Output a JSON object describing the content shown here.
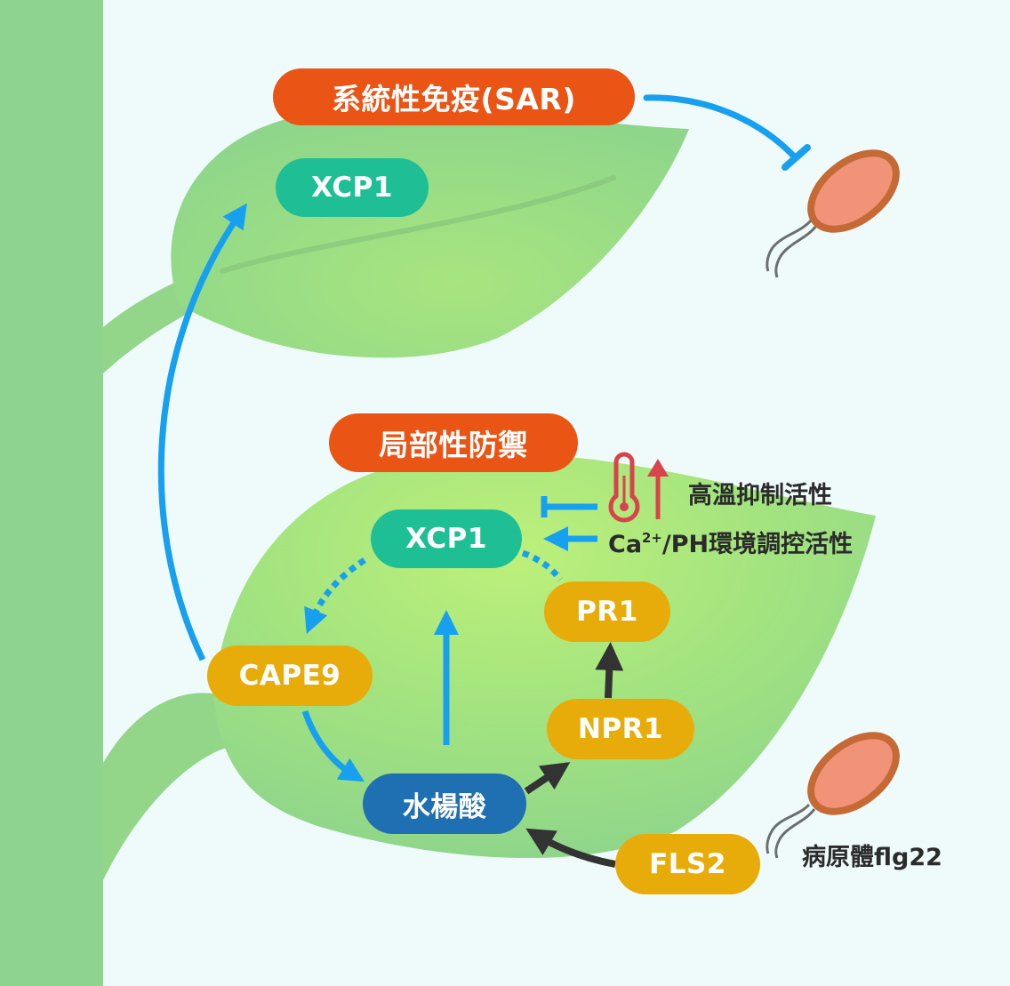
{
  "diagram": {
    "title_systemic": "系統性免疫(SAR)",
    "title_local": "局部性防禦",
    "nodes": {
      "xcp1_systemic": "XCP1",
      "xcp1_local": "XCP1",
      "cape9": "CAPE9",
      "salicylic_acid": "水楊酸",
      "npr1": "NPR1",
      "pr1": "PR1",
      "fls2": "FLS2"
    },
    "annotations": {
      "high_temp": "高溫抑制活性",
      "ca_ph_prefix": "Ca",
      "ca_ph_sup": "2+",
      "ca_ph_suffix": "/PH環境調控活性",
      "pathogen": "病原體flg22"
    },
    "edges": [
      {
        "from": "CAPE9",
        "to": "XCP1 (systemic leaf)",
        "type": "activate"
      },
      {
        "from": "系統性免疫(SAR)",
        "to": "pathogen",
        "type": "inhibit"
      },
      {
        "from": "XCP1",
        "to": "CAPE9",
        "type": "activate-dotted"
      },
      {
        "from": "PR1",
        "to": "XCP1",
        "type": "dotted"
      },
      {
        "from": "CAPE9",
        "to": "水楊酸",
        "type": "activate"
      },
      {
        "from": "水楊酸",
        "to": "XCP1",
        "type": "activate"
      },
      {
        "from": "水楊酸",
        "to": "NPR1",
        "type": "activate"
      },
      {
        "from": "NPR1",
        "to": "PR1",
        "type": "activate"
      },
      {
        "from": "FLS2",
        "to": "水楊酸",
        "type": "activate"
      },
      {
        "from": "高溫",
        "to": "XCP1",
        "type": "inhibit"
      },
      {
        "from": "Ca2+/PH",
        "to": "XCP1",
        "type": "activate"
      }
    ],
    "colors": {
      "background": "#effbfb",
      "stem": "#8fd48e",
      "leaf": "#97db87",
      "orange": "#ea5414",
      "teal": "#1fbf96",
      "yellow": "#e8ac0a",
      "blue_node": "#1f6fb3",
      "arrow_blue": "#17a0ef",
      "arrow_dark": "#333333",
      "thermometer": "#d9434b",
      "bacterium_body": "#f19378",
      "bacterium_outline": "#c56a35"
    }
  }
}
